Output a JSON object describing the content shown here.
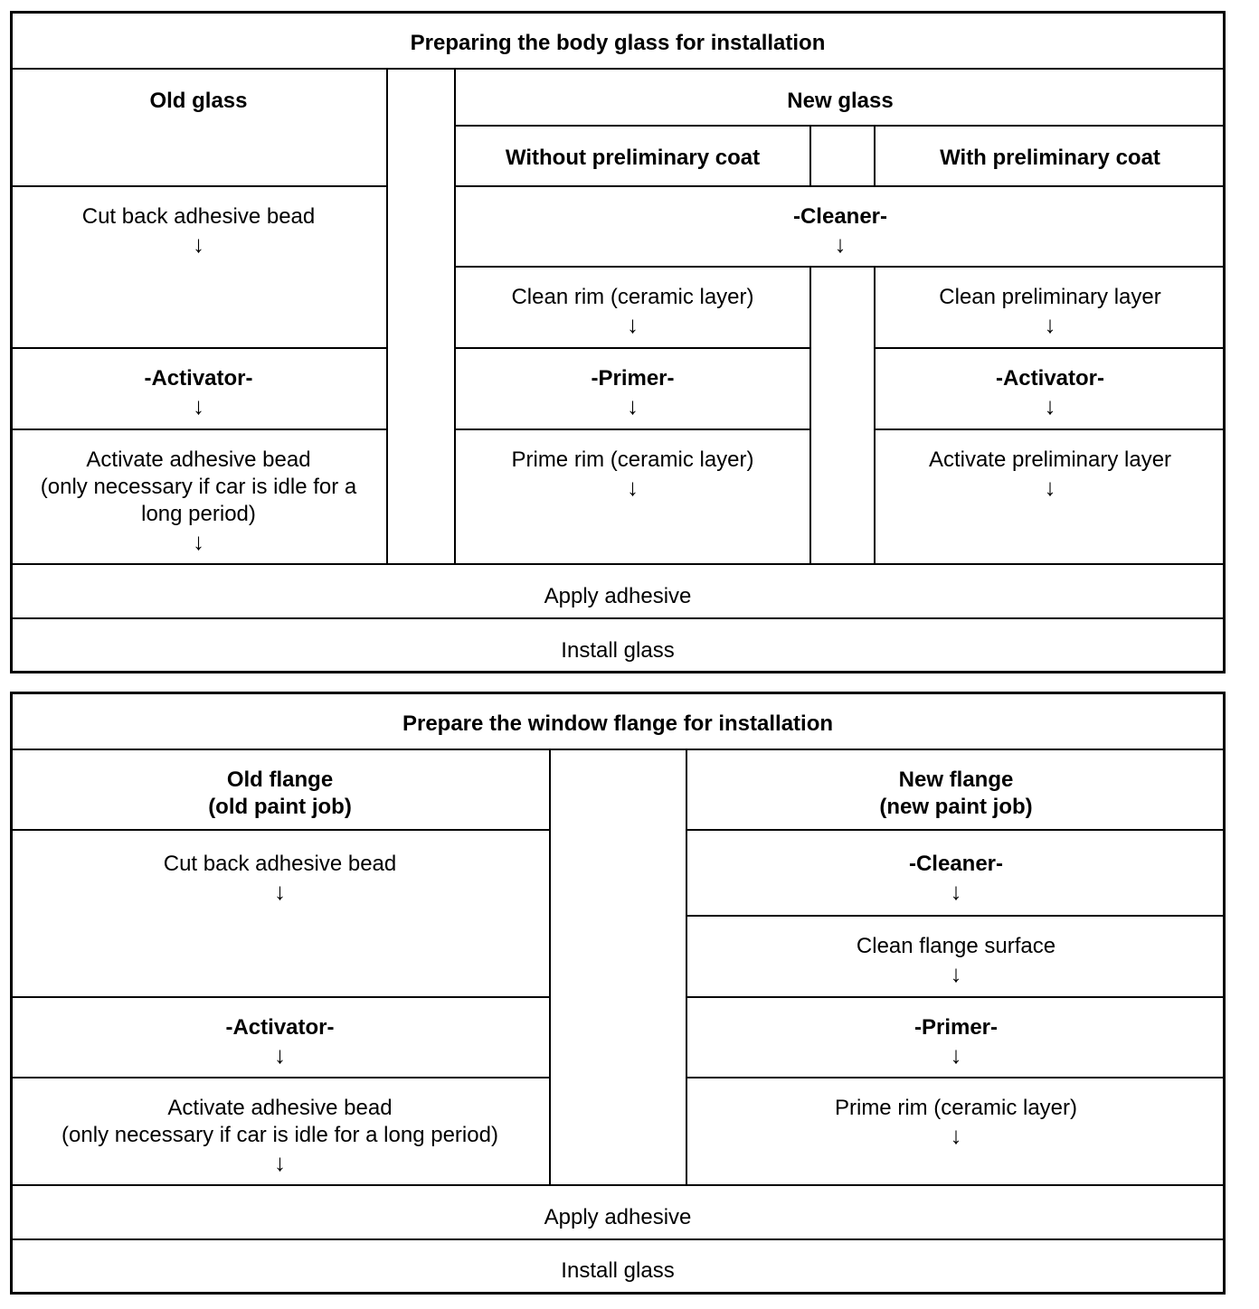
{
  "glass": {
    "title": "Preparing the body glass for installation",
    "old_header": "Old glass",
    "new_header": "New glass",
    "without_coat": "Without preliminary coat",
    "with_coat": "With preliminary coat",
    "old_step1": "Cut back adhesive bead",
    "cleaner": "-Cleaner-",
    "clean_rim": "Clean rim (ceramic layer)",
    "clean_prelim": "Clean preliminary layer",
    "old_activator": "-Activator-",
    "primer": "-Primer-",
    "with_activator": "-Activator-",
    "old_activate_line1": "Activate adhesive bead",
    "old_activate_line2": "(only necessary if car is idle for a",
    "old_activate_line3": "long period)",
    "prime_rim": "Prime rim (ceramic layer)",
    "activate_prelim": "Activate preliminary layer",
    "apply": "Apply adhesive",
    "install": "Install glass"
  },
  "flange": {
    "title": "Prepare the window flange for installation",
    "old_header_line1": "Old flange",
    "old_header_line2": "(old paint job)",
    "new_header_line1": "New flange",
    "new_header_line2": "(new paint job)",
    "old_step1": "Cut back adhesive bead",
    "cleaner": "-Cleaner-",
    "clean_surface": "Clean flange surface",
    "old_activator": "-Activator-",
    "primer": "-Primer-",
    "old_activate_line1": "Activate adhesive bead",
    "old_activate_line2": "(only necessary if car is idle for a long period)",
    "prime_rim": "Prime rim (ceramic layer)",
    "apply": "Apply adhesive",
    "install": "Install glass"
  },
  "arrow": "↓"
}
